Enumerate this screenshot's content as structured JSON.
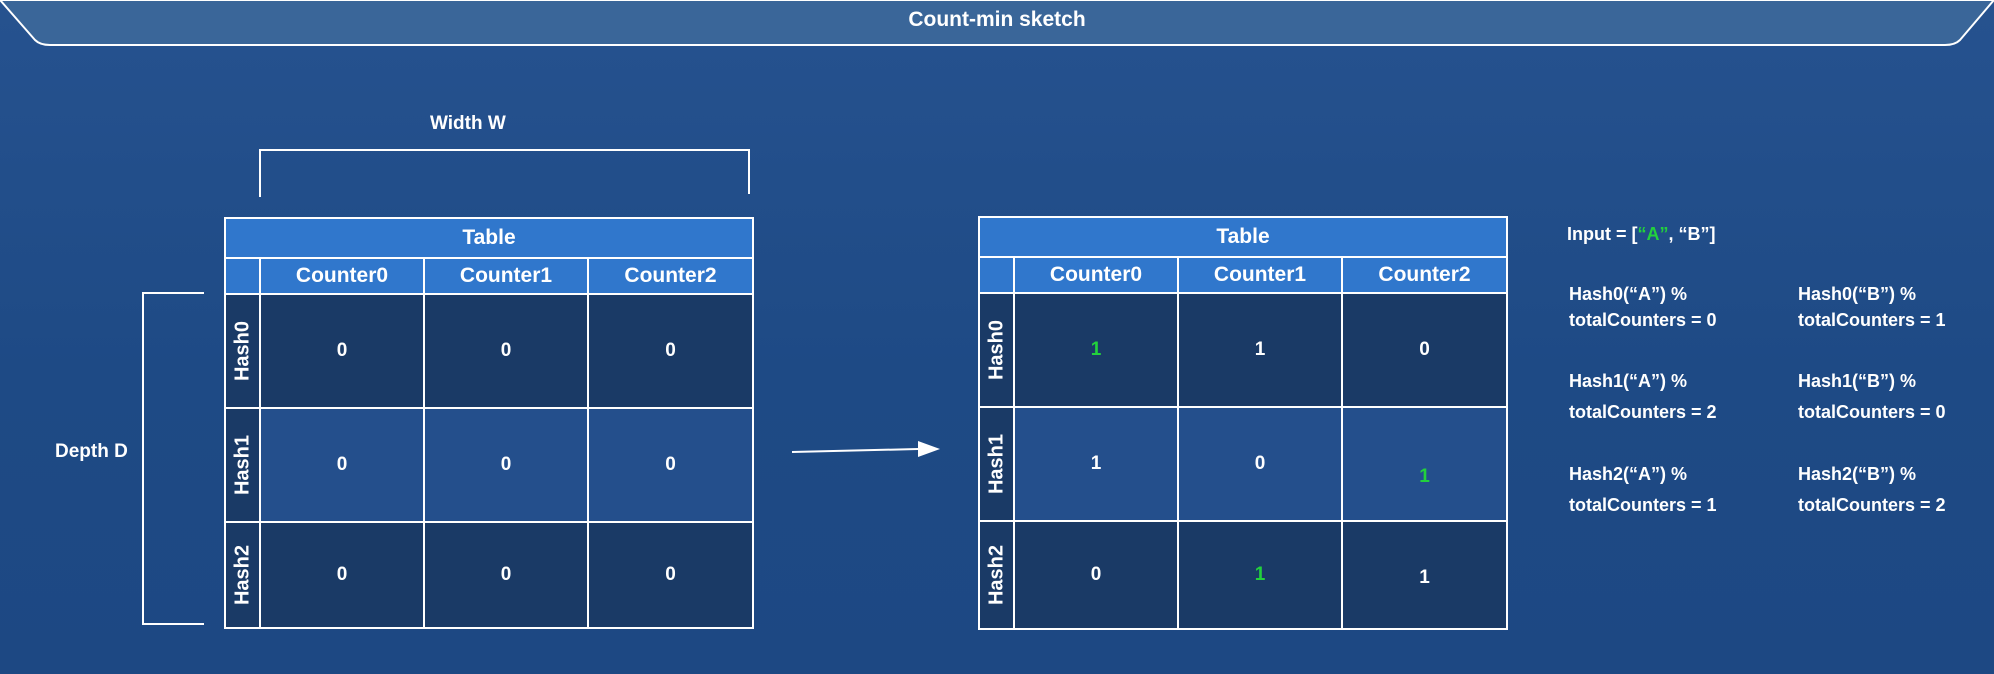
{
  "title": "Count-min sketch",
  "width_label": "Width W",
  "depth_label": "Depth D",
  "colors": {
    "highlight": "#22d13c",
    "header": "#3077cc",
    "cell_dark": "#1a3a66",
    "cell_mid": "#244f8c"
  },
  "tables": [
    {
      "caption": "Table",
      "columns": [
        "Counter0",
        "Counter1",
        "Counter2"
      ],
      "rows": [
        {
          "label": "Hash0",
          "cells": [
            "0",
            "0",
            "0"
          ]
        },
        {
          "label": "Hash1",
          "cells": [
            "0",
            "0",
            "0"
          ]
        },
        {
          "label": "Hash2",
          "cells": [
            "0",
            "0",
            "0"
          ]
        }
      ]
    },
    {
      "caption": "Table",
      "columns": [
        "Counter0",
        "Counter1",
        "Counter2"
      ],
      "rows": [
        {
          "label": "Hash0",
          "cells": [
            "1",
            "1",
            "0"
          ]
        },
        {
          "label": "Hash1",
          "cells": [
            "1",
            "0",
            "1"
          ]
        },
        {
          "label": "Hash2",
          "cells": [
            "0",
            "1",
            "1"
          ]
        }
      ]
    }
  ],
  "input": {
    "prefix": "Input = [",
    "value_a": "“A”",
    "separator": ", ",
    "value_b": "“B”",
    "suffix": "]"
  },
  "hash_notes": [
    {
      "line1": "Hash0(“A”) %",
      "line2": "totalCounters = 0"
    },
    {
      "line1": "Hash0(“B”) %",
      "line2": "totalCounters = 1"
    },
    {
      "line1": "Hash1(“A”) %",
      "line2": "totalCounters = 2"
    },
    {
      "line1": "Hash1(“B”) %",
      "line2": "totalCounters = 0"
    },
    {
      "line1": "Hash2(“A”) %",
      "line2": "totalCounters = 1"
    },
    {
      "line1": "Hash2(“B”) %",
      "line2": "totalCounters = 2"
    }
  ]
}
